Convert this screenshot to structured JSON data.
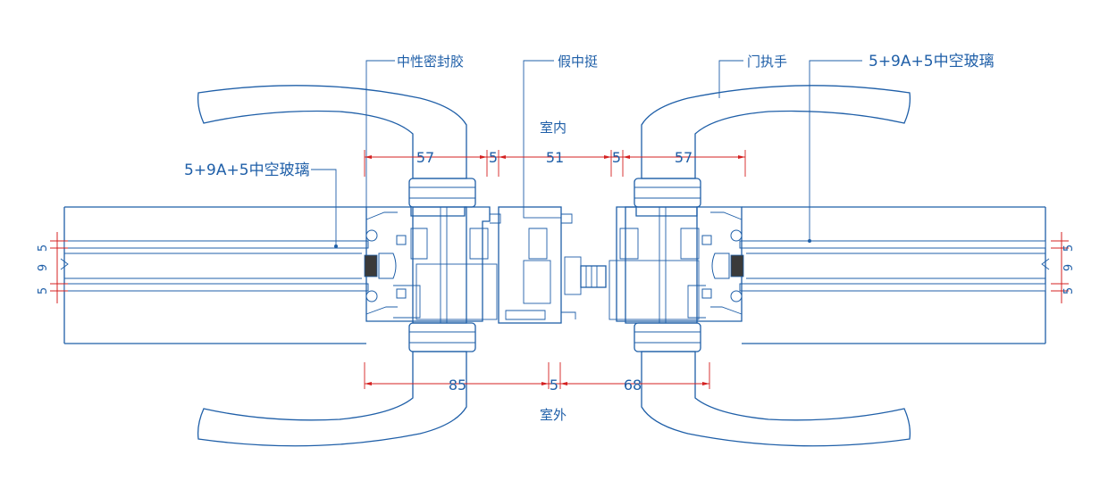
{
  "labels": {
    "sealant": "中性密封胶",
    "fake_mullion": "假中挺",
    "door_handle": "门执手",
    "glass_right": "5+9A+5中空玻璃",
    "glass_left": "5+9A+5中空玻璃",
    "indoor": "室内",
    "outdoor": "室外"
  },
  "dimensions": {
    "top": [
      "57",
      "5",
      "51",
      "5",
      "57"
    ],
    "bottom": [
      "85",
      "5",
      "68"
    ],
    "left_glass": [
      "5",
      "9",
      "5"
    ],
    "right_glass": [
      "5",
      "9",
      "5"
    ]
  },
  "colors": {
    "outline": "#1f5fa8",
    "dimension": "#d42020"
  }
}
